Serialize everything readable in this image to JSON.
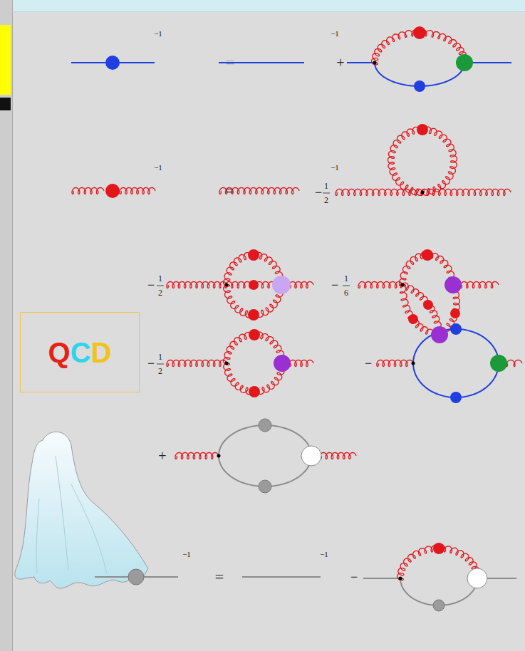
{
  "diagram": {
    "nodes": [
      {
        "text": [
          "QCD"
        ]
      }
    ],
    "labels": [
      "−1",
      "=",
      "−1",
      "+",
      "−1",
      "=",
      "−1",
      "−",
      "1",
      "2",
      "−",
      "1",
      "2",
      "−",
      "1",
      "6",
      "−",
      "1",
      "2",
      "−",
      "+",
      "−1",
      "=",
      "−1",
      "−"
    ]
  }
}
